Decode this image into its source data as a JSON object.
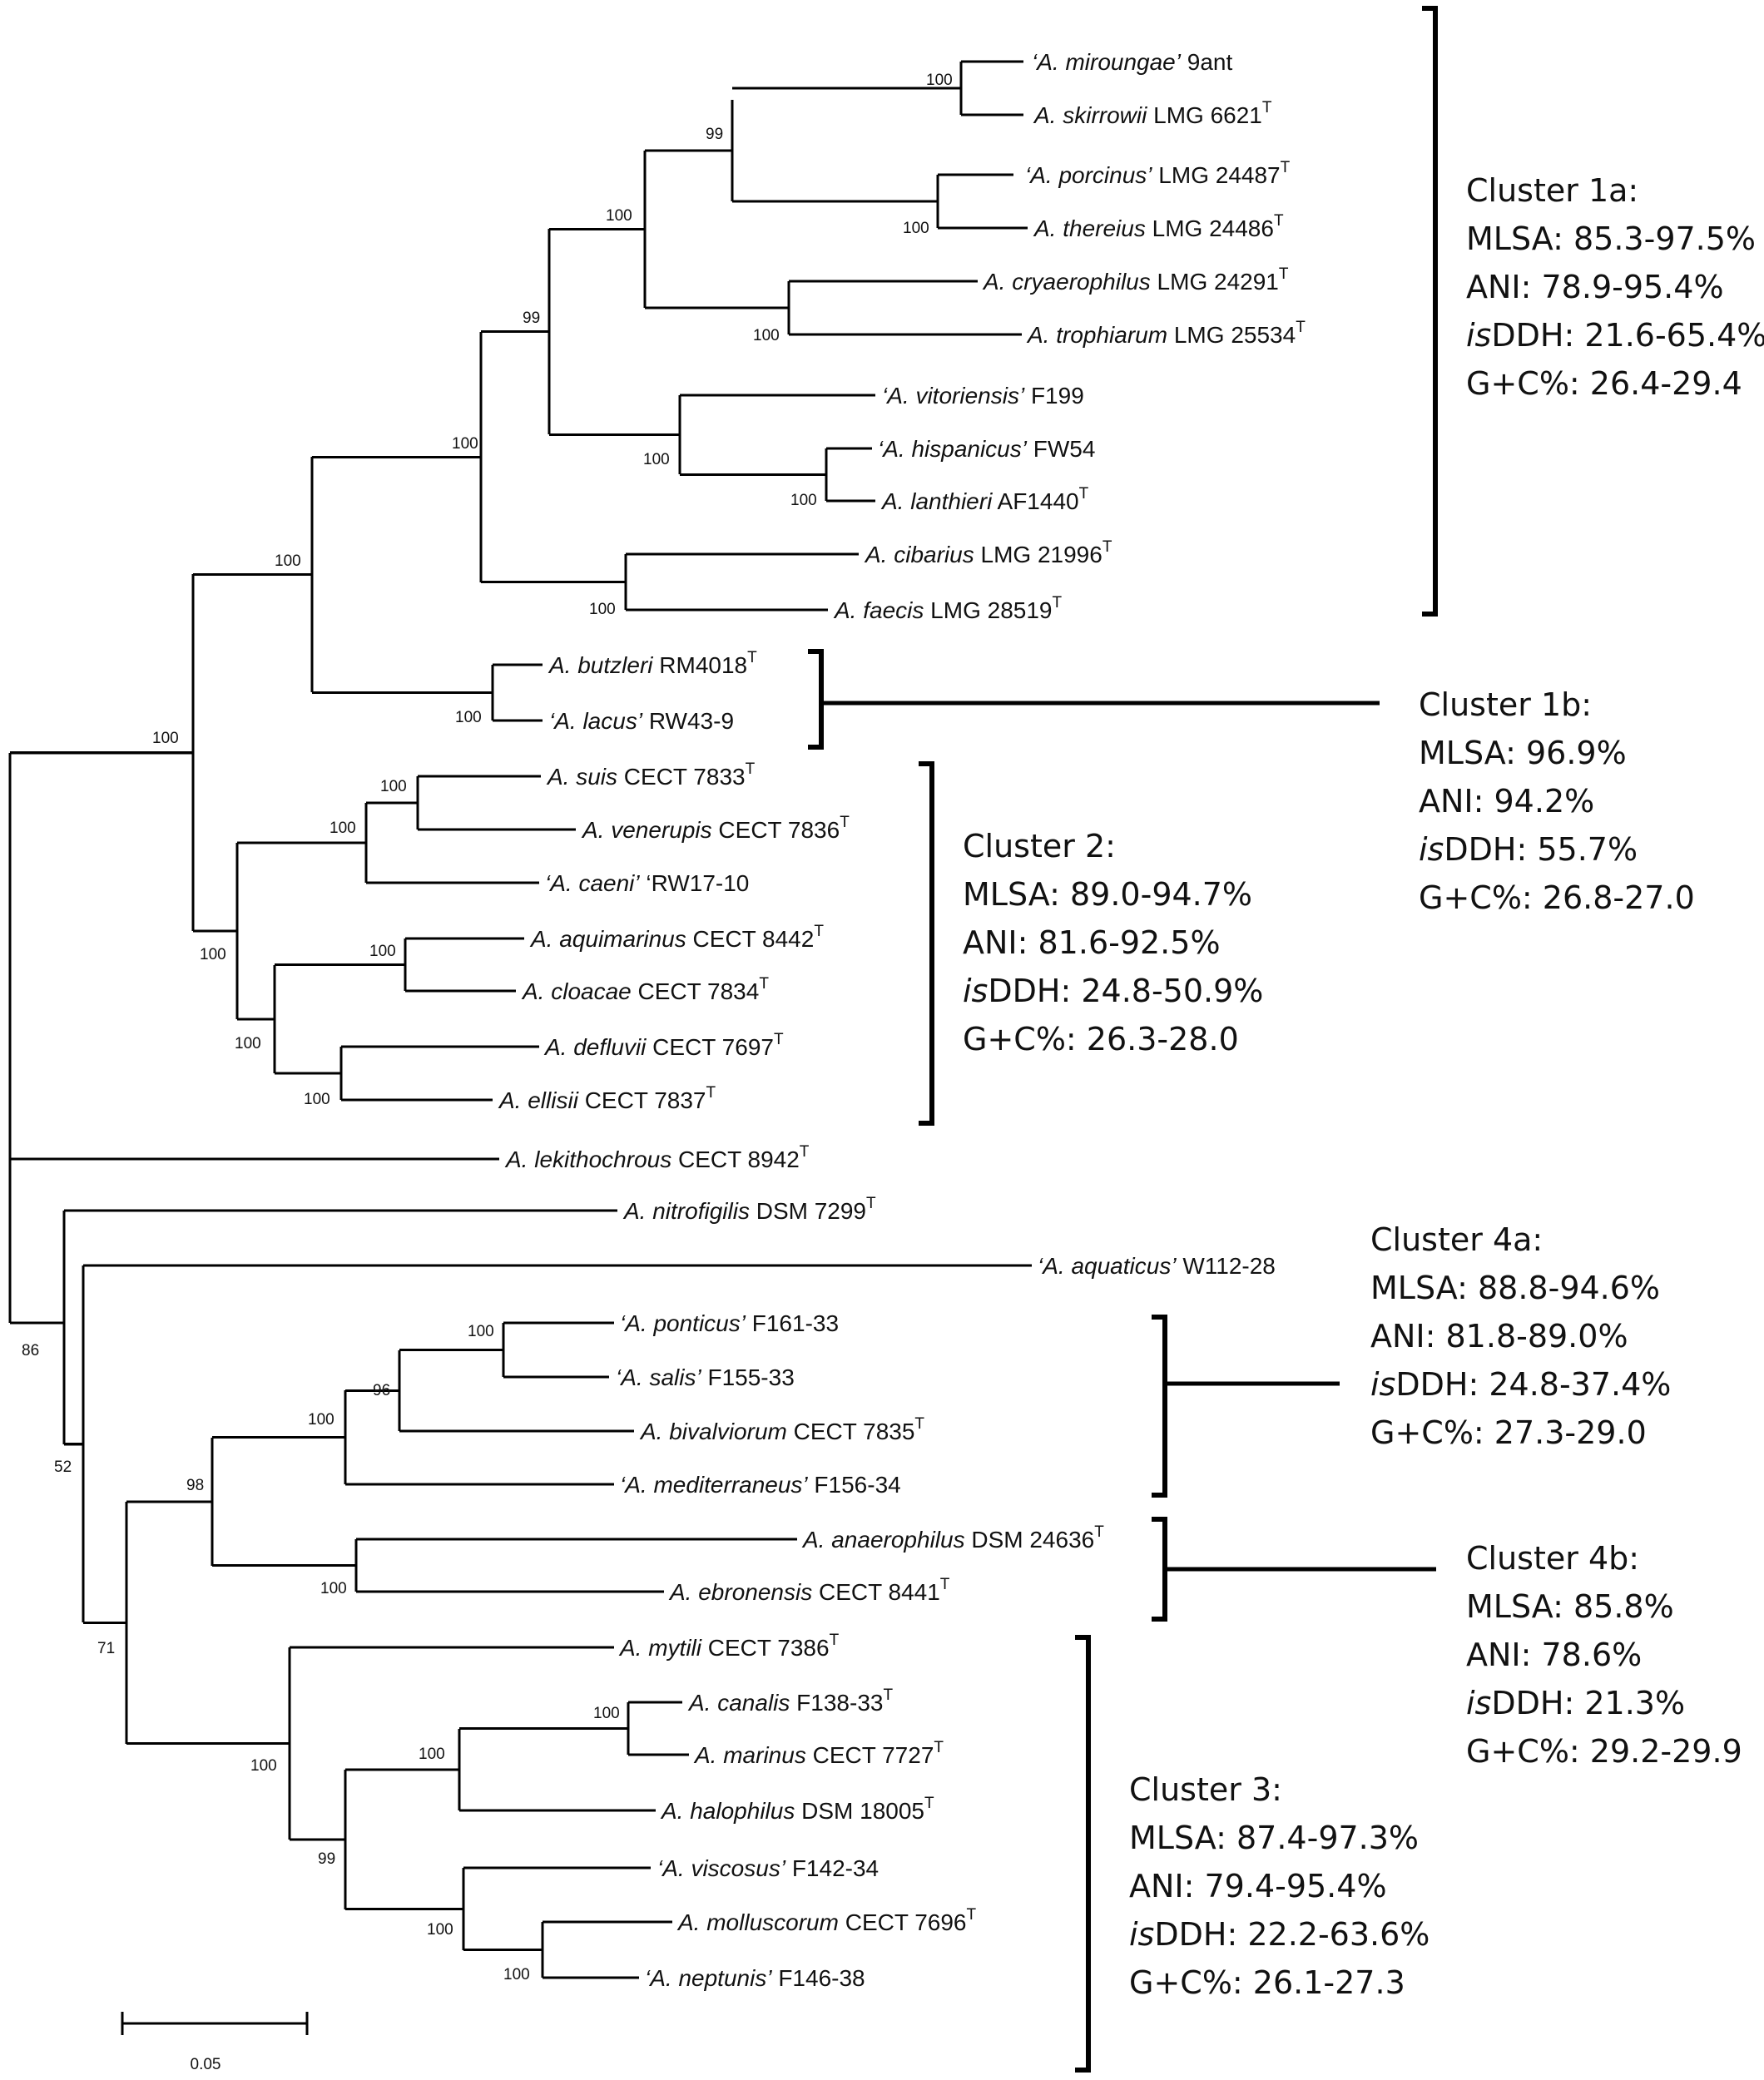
{
  "tree": {
    "leaves": [
      {
        "id": "mir",
        "q": true,
        "name": "A. miroungae",
        "strain": "9ant",
        "sup": ""
      },
      {
        "id": "ski",
        "q": false,
        "name": "A. skirrowii",
        "strain": "LMG 6621",
        "sup": "T"
      },
      {
        "id": "por",
        "q": true,
        "name": "A. porcinus",
        "strain": "LMG 24487",
        "sup": "T"
      },
      {
        "id": "the",
        "q": false,
        "name": "A. thereius",
        "strain": "LMG 24486",
        "sup": "T"
      },
      {
        "id": "cry",
        "q": false,
        "name": "A. cryaerophilus",
        "strain": "LMG 24291",
        "sup": "T"
      },
      {
        "id": "tro",
        "q": false,
        "name": "A. trophiarum",
        "strain": "LMG 25534",
        "sup": "T"
      },
      {
        "id": "vit",
        "q": true,
        "name": "A. vitoriensis",
        "strain": "F199",
        "sup": ""
      },
      {
        "id": "his",
        "q": true,
        "name": "A. hispanicus",
        "strain": "FW54",
        "sup": ""
      },
      {
        "id": "lan",
        "q": false,
        "name": "A. lanthieri",
        "strain": "AF1440",
        "sup": "T"
      },
      {
        "id": "cib",
        "q": false,
        "name": "A. cibarius",
        "strain": "LMG 21996",
        "sup": "T"
      },
      {
        "id": "fae",
        "q": false,
        "name": "A. faecis",
        "strain": "LMG 28519",
        "sup": "T"
      },
      {
        "id": "but",
        "q": false,
        "name": "A. butzleri",
        "strain": "RM4018",
        "sup": "T"
      },
      {
        "id": "lac",
        "q": true,
        "name": "A. lacus",
        "strain": "RW43-9",
        "sup": ""
      },
      {
        "id": "sui",
        "q": false,
        "name": "A. suis",
        "strain": "CECT 7833",
        "sup": "T"
      },
      {
        "id": "ven",
        "q": false,
        "name": "A. venerupis",
        "strain": "CECT 7836",
        "sup": "T"
      },
      {
        "id": "cae",
        "q": true,
        "name": "A. caeni",
        "strain": "‘RW17-10",
        "sup": ""
      },
      {
        "id": "aqm",
        "q": false,
        "name": "A. aquimarinus",
        "strain": "CECT 8442",
        "sup": "T"
      },
      {
        "id": "clo",
        "q": false,
        "name": "A. cloacae",
        "strain": "CECT 7834",
        "sup": "T"
      },
      {
        "id": "def",
        "q": false,
        "name": "A. defluvii",
        "strain": "CECT 7697",
        "sup": "T"
      },
      {
        "id": "ell",
        "q": false,
        "name": "A. ellisii",
        "strain": "CECT 7837",
        "sup": "T"
      },
      {
        "id": "lek",
        "q": false,
        "name": "A. lekithochrous",
        "strain": "CECT 8942",
        "sup": "T"
      },
      {
        "id": "nit",
        "q": false,
        "name": "A. nitrofigilis",
        "strain": "DSM 7299",
        "sup": "T"
      },
      {
        "id": "aqt",
        "q": true,
        "name": "A. aquaticus",
        "strain": "W112-28",
        "sup": ""
      },
      {
        "id": "pon",
        "q": true,
        "name": "A. ponticus",
        "strain": "F161-33",
        "sup": ""
      },
      {
        "id": "sal",
        "q": true,
        "name": "A. salis",
        "strain": "F155-33",
        "sup": ""
      },
      {
        "id": "biv",
        "q": false,
        "name": "A. bivalviorum",
        "strain": "CECT 7835",
        "sup": "T"
      },
      {
        "id": "med",
        "q": true,
        "name": "A. mediterraneus",
        "strain": "F156-34",
        "sup": ""
      },
      {
        "id": "ana",
        "q": false,
        "name": "A. anaerophilus",
        "strain": "DSM 24636",
        "sup": "T"
      },
      {
        "id": "ebr",
        "q": false,
        "name": "A. ebronensis",
        "strain": "CECT 8441",
        "sup": "T"
      },
      {
        "id": "myt",
        "q": false,
        "name": "A. mytili",
        "strain": "CECT 7386",
        "sup": "T"
      },
      {
        "id": "can",
        "q": false,
        "name": "A. canalis",
        "strain": "F138-33",
        "sup": "T"
      },
      {
        "id": "mar",
        "q": false,
        "name": "A. marinus",
        "strain": "CECT 7727",
        "sup": "T"
      },
      {
        "id": "hal",
        "q": false,
        "name": "A. halophilus",
        "strain": "DSM 18005",
        "sup": "T"
      },
      {
        "id": "vis",
        "q": true,
        "name": "A. viscosus",
        "strain": "F142-34",
        "sup": ""
      },
      {
        "id": "mol",
        "q": false,
        "name": "A. molluscorum",
        "strain": "CECT 7696",
        "sup": "T"
      },
      {
        "id": "nep",
        "q": true,
        "name": "A. neptunis",
        "strain": "F146-38",
        "sup": ""
      }
    ],
    "bootstrap": {
      "n_mir_ski": "100",
      "n_por_the": "100",
      "n_cry_tro": "100",
      "n_c1": "99",
      "n_1a_top": "100",
      "n_his_lan": "100",
      "n_vit": "100",
      "n_1a_up": "99",
      "n_cib_fae": "100",
      "n_1a": "100",
      "n_but_lac": "100",
      "n_c1_all": "100",
      "n_sui_ven": "100",
      "n_sv_cae": "100",
      "n_aqm_clo": "100",
      "n_def_ell": "100",
      "n_ac_de": "100",
      "n_c2": "100",
      "n_top": "100",
      "n_pon_sal": "100",
      "n_ps_biv": "96",
      "n_4a": "100",
      "n_4b": "100",
      "n_4": "98",
      "n_can_mar": "100",
      "n_cm_hal": "100",
      "n_mol_nep": "100",
      "n_vmn": "100",
      "n_3_inner": "99",
      "n_3": "100",
      "n_34": "71",
      "n_aqt": "52",
      "n_root": "86"
    },
    "scale_label": "0.05"
  },
  "clusters": [
    {
      "id": "c1a",
      "lines": [
        [
          "Cluster 1a:"
        ],
        [
          "MLSA: 85.3-97.5%"
        ],
        [
          "ANI: 78.9-95.4%"
        ],
        [
          "is",
          "DDH: 21.6-65.4%"
        ],
        [
          "G+C%: 26.4-29.4"
        ]
      ]
    },
    {
      "id": "c1b",
      "lines": [
        [
          "Cluster 1b:"
        ],
        [
          "MLSA: 96.9%"
        ],
        [
          "ANI: 94.2%"
        ],
        [
          "is",
          "DDH: 55.7%"
        ],
        [
          "G+C%: 26.8-27.0"
        ]
      ]
    },
    {
      "id": "c2",
      "lines": [
        [
          "Cluster 2:"
        ],
        [
          "MLSA: 89.0-94.7%"
        ],
        [
          "ANI: 81.6-92.5%"
        ],
        [
          "is",
          "DDH: 24.8-50.9%"
        ],
        [
          "G+C%: 26.3-28.0"
        ]
      ]
    },
    {
      "id": "c4a",
      "lines": [
        [
          "Cluster 4a:"
        ],
        [
          "MLSA: 88.8-94.6%"
        ],
        [
          "ANI: 81.8-89.0%"
        ],
        [
          "is",
          "DDH: 24.8-37.4%"
        ],
        [
          "G+C%: 27.3-29.0"
        ]
      ]
    },
    {
      "id": "c4b",
      "lines": [
        [
          "Cluster 4b:"
        ],
        [
          "MLSA: 85.8%"
        ],
        [
          "ANI: 78.6%"
        ],
        [
          "is",
          "DDH: 21.3%"
        ],
        [
          "G+C%: 29.2-29.9"
        ]
      ]
    },
    {
      "id": "c3",
      "lines": [
        [
          "Cluster 3:"
        ],
        [
          "MLSA: 87.4-97.3%"
        ],
        [
          "ANI: 79.4-95.4%"
        ],
        [
          "is",
          "DDH: 22.2-63.6%"
        ],
        [
          "G+C%: 26.1-27.3"
        ]
      ]
    }
  ]
}
